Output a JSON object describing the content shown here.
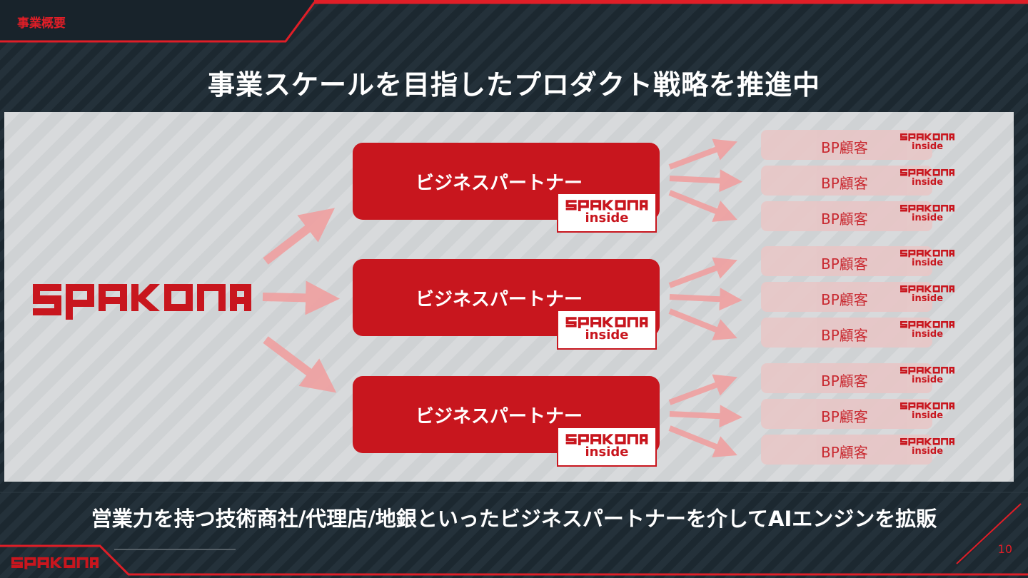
{
  "header": {
    "section_tag": "事業概要",
    "title": "事業スケールを目指したプロダクト戦略を推進中"
  },
  "brand": {
    "logo_text": "spakona",
    "inside_text": "inside",
    "primary_color": "#c8161e"
  },
  "diagram": {
    "partners": [
      {
        "label": "ビジネスパートナー"
      },
      {
        "label": "ビジネスパートナー"
      },
      {
        "label": "ビジネスパートナー"
      }
    ],
    "customers": [
      {
        "label": "BP顧客"
      },
      {
        "label": "BP顧客"
      },
      {
        "label": "BP顧客"
      },
      {
        "label": "BP顧客"
      },
      {
        "label": "BP顧客"
      },
      {
        "label": "BP顧客"
      },
      {
        "label": "BP顧客"
      },
      {
        "label": "BP顧客"
      },
      {
        "label": "BP顧客"
      }
    ]
  },
  "footer": {
    "summary": "営業力を持つ技術商社/代理店/地銀といったビジネスパートナーを介してAIエンジンを拡販",
    "page_number": "10"
  }
}
